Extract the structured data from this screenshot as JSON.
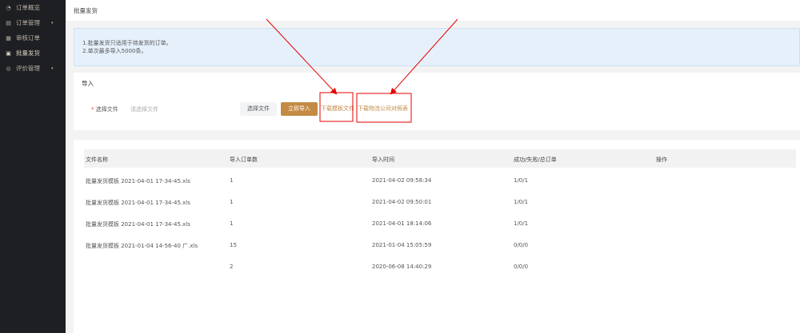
{
  "sidebar": {
    "items": [
      {
        "label": "订单概览",
        "icon": "dashboard-icon"
      },
      {
        "label": "订单管理",
        "icon": "list-icon",
        "caret": "▾"
      },
      {
        "label": "审核订单",
        "icon": "grid-icon"
      },
      {
        "label": "批量发货",
        "icon": "upload-icon",
        "active": true
      },
      {
        "label": "评价管理",
        "icon": "comment-icon",
        "caret": "▾"
      }
    ]
  },
  "header": {
    "title": "批量发货"
  },
  "notice": {
    "line1": "1.批量发货只适用于待发货的订单。",
    "line2": "2.单次最多导入5000条。"
  },
  "import": {
    "title": "导入",
    "required_mark": "*",
    "file_label": "选择文件",
    "file_placeholder": "请选择文件",
    "choose_button": "选择文件",
    "import_button": "立即导入",
    "download_template": "下载模板文件",
    "download_logistics": "下载物流公司对照表"
  },
  "table": {
    "headers": [
      "文件名称",
      "导入订单数",
      "导入时间",
      "成功/失败/总订单",
      "操作"
    ],
    "rows": [
      [
        "批量发货模板 2021-04-01 17-34-45.xls",
        "1",
        "2021-04-02 09:58:34",
        "1/0/1"
      ],
      [
        "批量发货模板 2021-04-01 17-34-45.xls",
        "1",
        "2021-04-02 09:50:01",
        "1/0/1"
      ],
      [
        "批量发货模板 2021-04-01 17-34-45.xls",
        "1",
        "2021-04-01 18:14:06",
        "1/0/1"
      ],
      [
        "批量发货模板 2021-01-04 14-56-40 广.xls",
        "15",
        "2021-01-04 15:05:59",
        "0/0/0"
      ],
      [
        "",
        "2",
        "2020-06-08 14:40:29",
        "0/0/0"
      ]
    ]
  },
  "colors": {
    "accent": "#c48a44",
    "annotation": "#e60000",
    "sidebar": "#1e1f23"
  }
}
